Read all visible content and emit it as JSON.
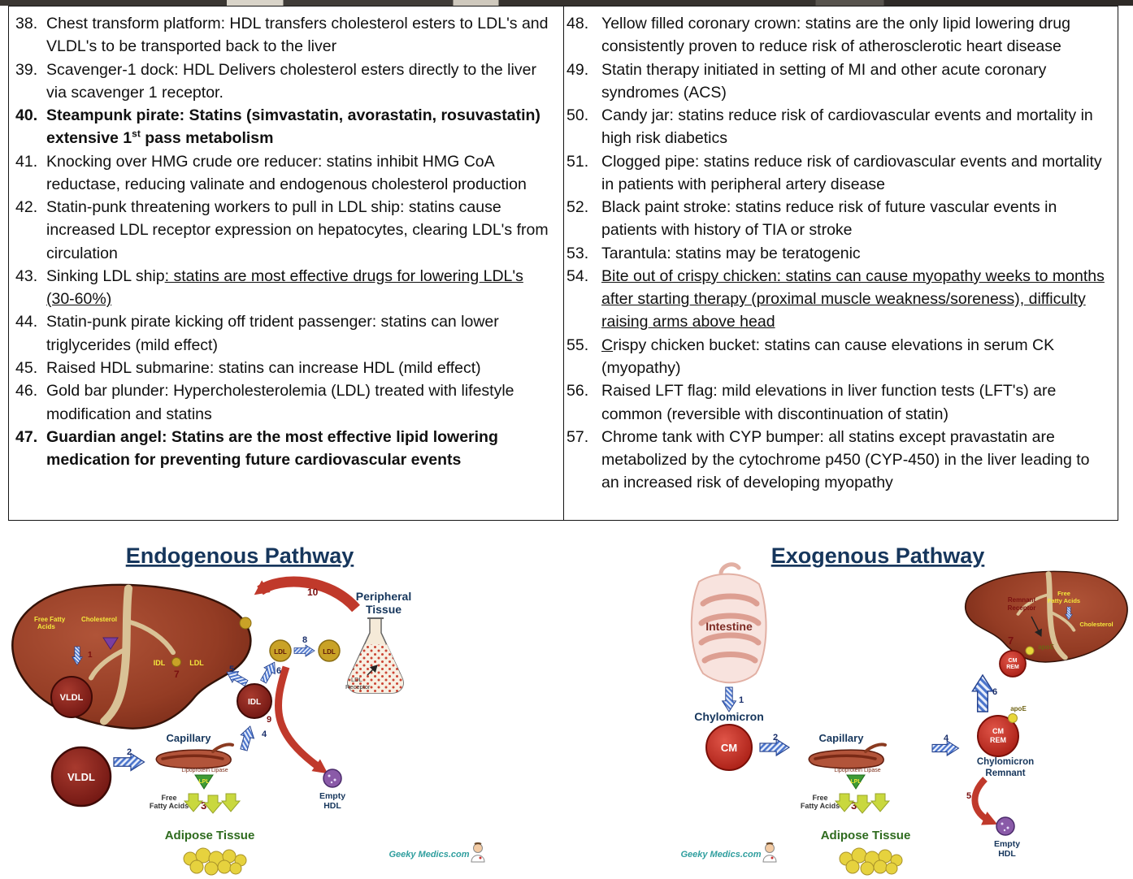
{
  "notes_table": {
    "left": [
      {
        "num": "38.",
        "segments": [
          {
            "t": "Chest transform platform: HDL transfers cholesterol esters to LDL's and VLDL's to be transported back to the liver"
          }
        ]
      },
      {
        "num": "39.",
        "segments": [
          {
            "t": "Scavenger-1 dock: HDL Delivers cholesterol esters directly to the liver via scavenger 1 receptor."
          }
        ]
      },
      {
        "num": "40.",
        "segments": [
          {
            "t": "Steampunk pirate: Statins (simvastatin, avorastatin, rosuvastatin) extensive 1",
            "b": true
          },
          {
            "t": "st",
            "b": true,
            "sup": true
          },
          {
            "t": " pass metabolism",
            "b": true
          }
        ]
      },
      {
        "num": "41.",
        "segments": [
          {
            "t": "Knocking over HMG crude ore reducer: statins inhibit HMG CoA reductase, reducing valinate and endogenous cholesterol production"
          }
        ]
      },
      {
        "num": "42.",
        "segments": [
          {
            "t": "Statin-punk threatening workers to pull in LDL ship: statins cause increased LDL receptor expression on hepatocytes, clearing LDL's from circulation"
          }
        ]
      },
      {
        "num": "43.",
        "segments": [
          {
            "t": "Sinking LDL ship"
          },
          {
            "t": ": statins are most effective drugs for lowering LDL's (30-60%)",
            "u": true
          }
        ]
      },
      {
        "num": "44.",
        "segments": [
          {
            "t": "Statin-punk pirate kicking off trident passenger: statins can lower triglycerides (mild effect)"
          }
        ]
      },
      {
        "num": "45.",
        "segments": [
          {
            "t": "Raised HDL submarine: statins can increase HDL (mild effect)"
          }
        ]
      },
      {
        "num": "46.",
        "segments": [
          {
            "t": "Gold bar plunder: Hypercholesterolemia (LDL) treated with lifestyle modification and statins"
          }
        ]
      },
      {
        "num": "47.",
        "segments": [
          {
            "t": "Guardian angel: Statins are the most effective lipid lowering medication for preventing future cardiovascular events",
            "b": true
          }
        ]
      }
    ],
    "right": [
      {
        "num": "48.",
        "segments": [
          {
            "t": "Yellow filled coronary crown: statins are the only lipid lowering drug consistently proven to reduce risk of atherosclerotic heart disease"
          }
        ]
      },
      {
        "num": "49.",
        "segments": [
          {
            "t": "Statin therapy initiated in setting of MI and other acute coronary syndromes (ACS)"
          }
        ]
      },
      {
        "num": "50.",
        "segments": [
          {
            "t": "Candy jar: statins reduce risk of cardiovascular events and mortality in high risk diabetics"
          }
        ]
      },
      {
        "num": "51.",
        "segments": [
          {
            "t": "Clogged pipe: statins reduce risk of cardiovascular events and mortality in patients with peripheral artery disease"
          }
        ]
      },
      {
        "num": "52.",
        "segments": [
          {
            "t": "Black paint stroke: statins reduce risk of future vascular events in patients with history of TIA or stroke"
          }
        ]
      },
      {
        "num": "53.",
        "segments": [
          {
            "t": "Tarantula: statins may be teratogenic"
          }
        ]
      },
      {
        "num": "54.",
        "segments": [
          {
            "t": "Bite out of crispy chicken: statins can cause myopathy weeks to months after starting therapy (proximal muscle weakness/soreness), difficulty raising arms above head",
            "u": true
          }
        ]
      },
      {
        "num": "55.",
        "segments": [
          {
            "t": "C",
            "u": true
          },
          {
            "t": "rispy chicken bucket: statins can cause elevations in serum CK (myopathy)"
          }
        ]
      },
      {
        "num": "56.",
        "segments": [
          {
            "t": "Raised LFT flag: mild elevations in liver function tests (LFT's) are common (reversible with discontinuation of statin)"
          }
        ]
      },
      {
        "num": "57.",
        "segments": [
          {
            "t": "Chrome tank with CYP bumper: all statins except pravastatin are metabolized by the cytochrome p450 (CYP-450) in the liver leading to an increased risk of developing myopathy"
          }
        ]
      }
    ]
  },
  "endo": {
    "title": "Endogenous Pathway",
    "labels": {
      "ffa1": "Free Fatty",
      "ffa2": "Acids",
      "chol": "Cholesterol",
      "idl_small": "IDL",
      "ldl_small": "LDL",
      "vldl_liver": "VLDL",
      "vldl": "VLDL",
      "idl": "IDL",
      "ldl_a": "LDL",
      "ldl_b": "LDL",
      "capillary": "Capillary",
      "lipase": "Lipoprotein Lipase",
      "lpl": "LPL",
      "ffa_b1": "Free",
      "ffa_b2": "Fatty Acids",
      "adipose": "Adipose Tissue",
      "peripheral1": "Peripheral",
      "peripheral2": "Tissue",
      "ldl_receptor1": "LDL",
      "ldl_receptor2": "Receptor",
      "empty1": "Empty",
      "empty2": "HDL",
      "watermark": "Geeky Medics.com"
    },
    "steps": {
      "n1": "1",
      "n2": "2",
      "n3": "3",
      "n4": "4",
      "n5": "5",
      "n6": "6",
      "n7": "7",
      "n8": "8",
      "n9": "9",
      "n10": "10"
    }
  },
  "exo": {
    "title": "Exogenous Pathway",
    "labels": {
      "intestine": "Intestine",
      "chylomicron": "Chylomicron",
      "cm": "CM",
      "capillary": "Capillary",
      "lipase": "Lipoprotein Lipase",
      "lpl": "LPL",
      "ffa1": "Free",
      "ffa2": "Fatty Acids",
      "adipose": "Adipose Tissue",
      "cm1": "CM",
      "rem1": "REM",
      "apoe_top": "apoE",
      "remnant1": "Chylomicron",
      "remnant2": "Remnant",
      "empty1": "Empty",
      "empty2": "HDL",
      "liver_ffa1": "Free",
      "liver_ffa2": "Fatty Acids",
      "liver_chol": "Cholesterol",
      "rr1": "Remnant",
      "rr2": "Receptor",
      "apoe_liver": "apoE",
      "cm2": "CM",
      "rem2": "REM",
      "watermark": "Geeky Medics.com"
    },
    "steps": {
      "n1": "1",
      "n2": "2",
      "n3": "3",
      "n4": "4",
      "n5": "5",
      "n6": "6",
      "n7": "7"
    }
  }
}
